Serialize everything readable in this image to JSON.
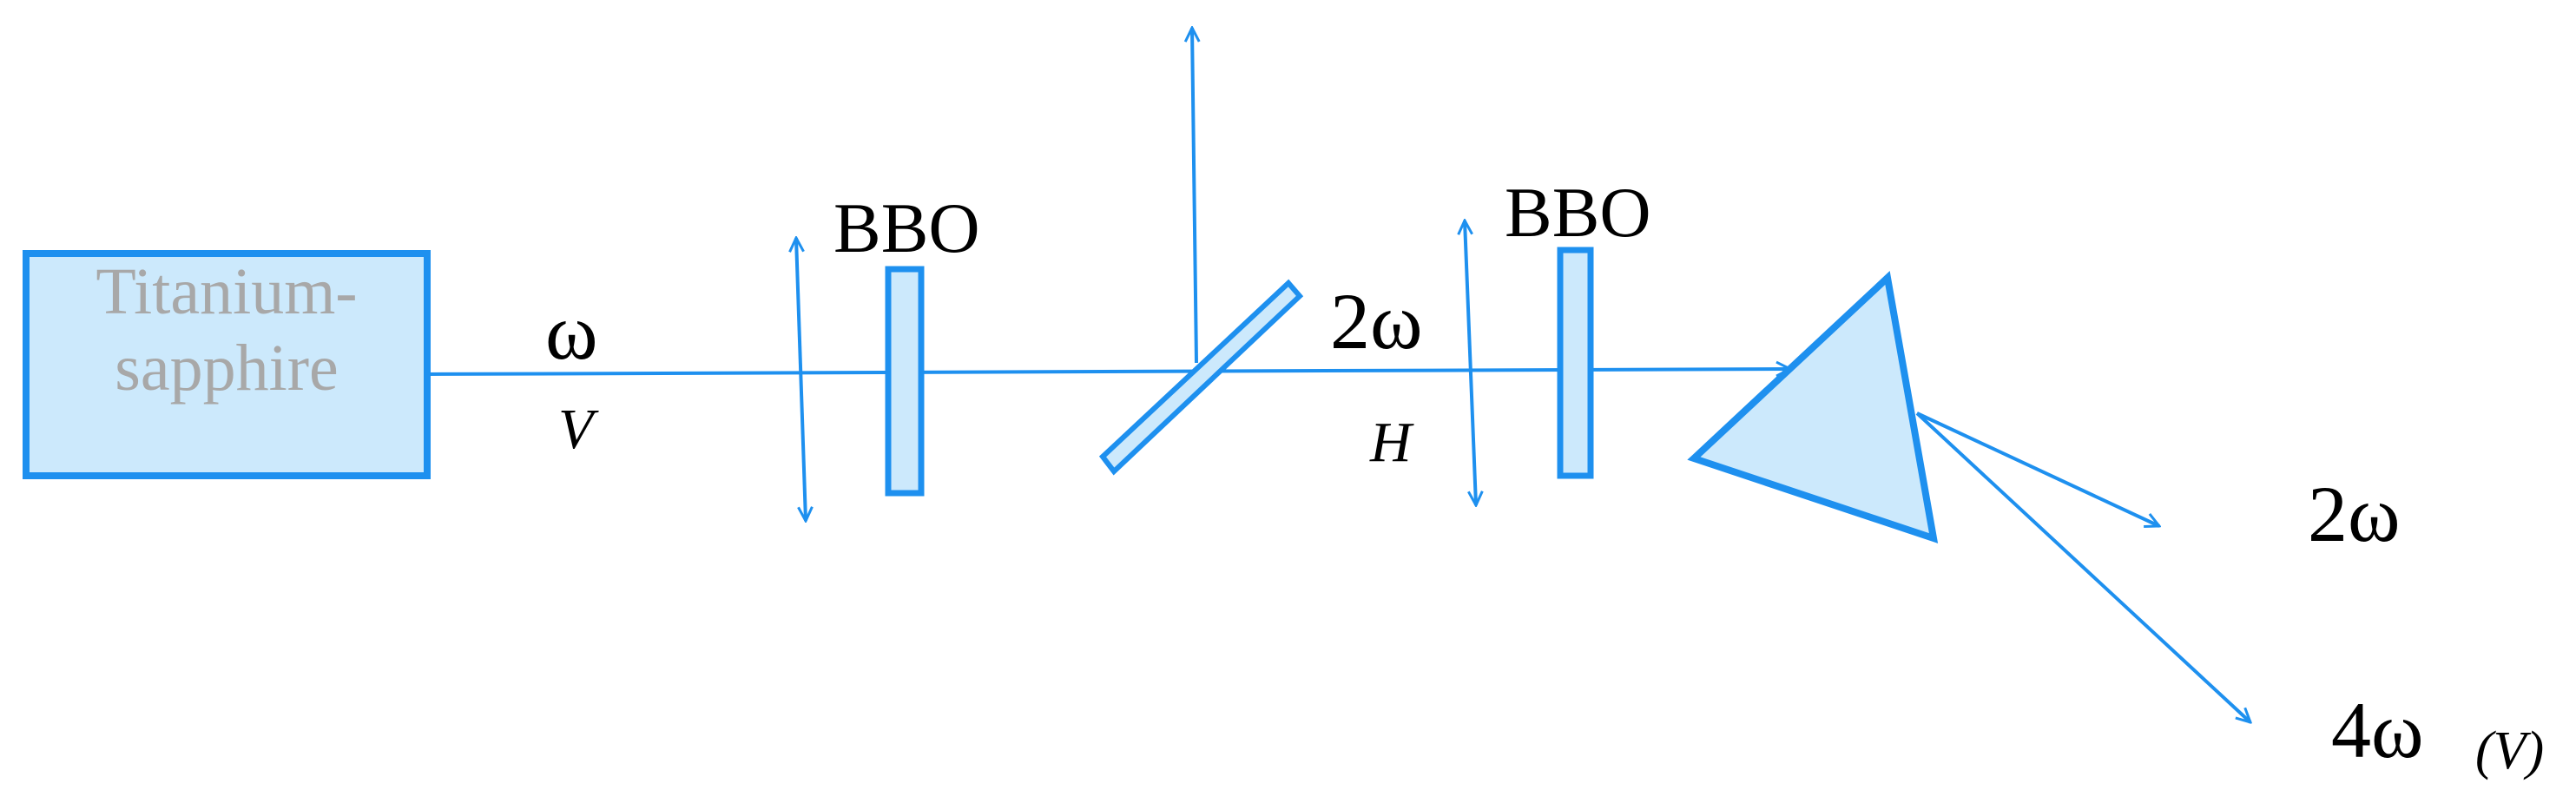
{
  "colors": {
    "beam": "#1e90ef",
    "component_stroke": "#1e90ef",
    "component_fill": "#cce9fc",
    "laser_text": "#a8a8a8",
    "label_text": "#000000"
  },
  "laser": {
    "line1": "Titanium-",
    "line2": "sapphire"
  },
  "labels": {
    "omega": "ω",
    "pol_v": "V",
    "bbo_1": "BBO",
    "two_omega_mid": "2ω",
    "pol_h": "H",
    "bbo_2": "BBO",
    "two_omega_out": "2ω",
    "four_omega_out": "4ω",
    "four_omega_pol": "(V)"
  }
}
